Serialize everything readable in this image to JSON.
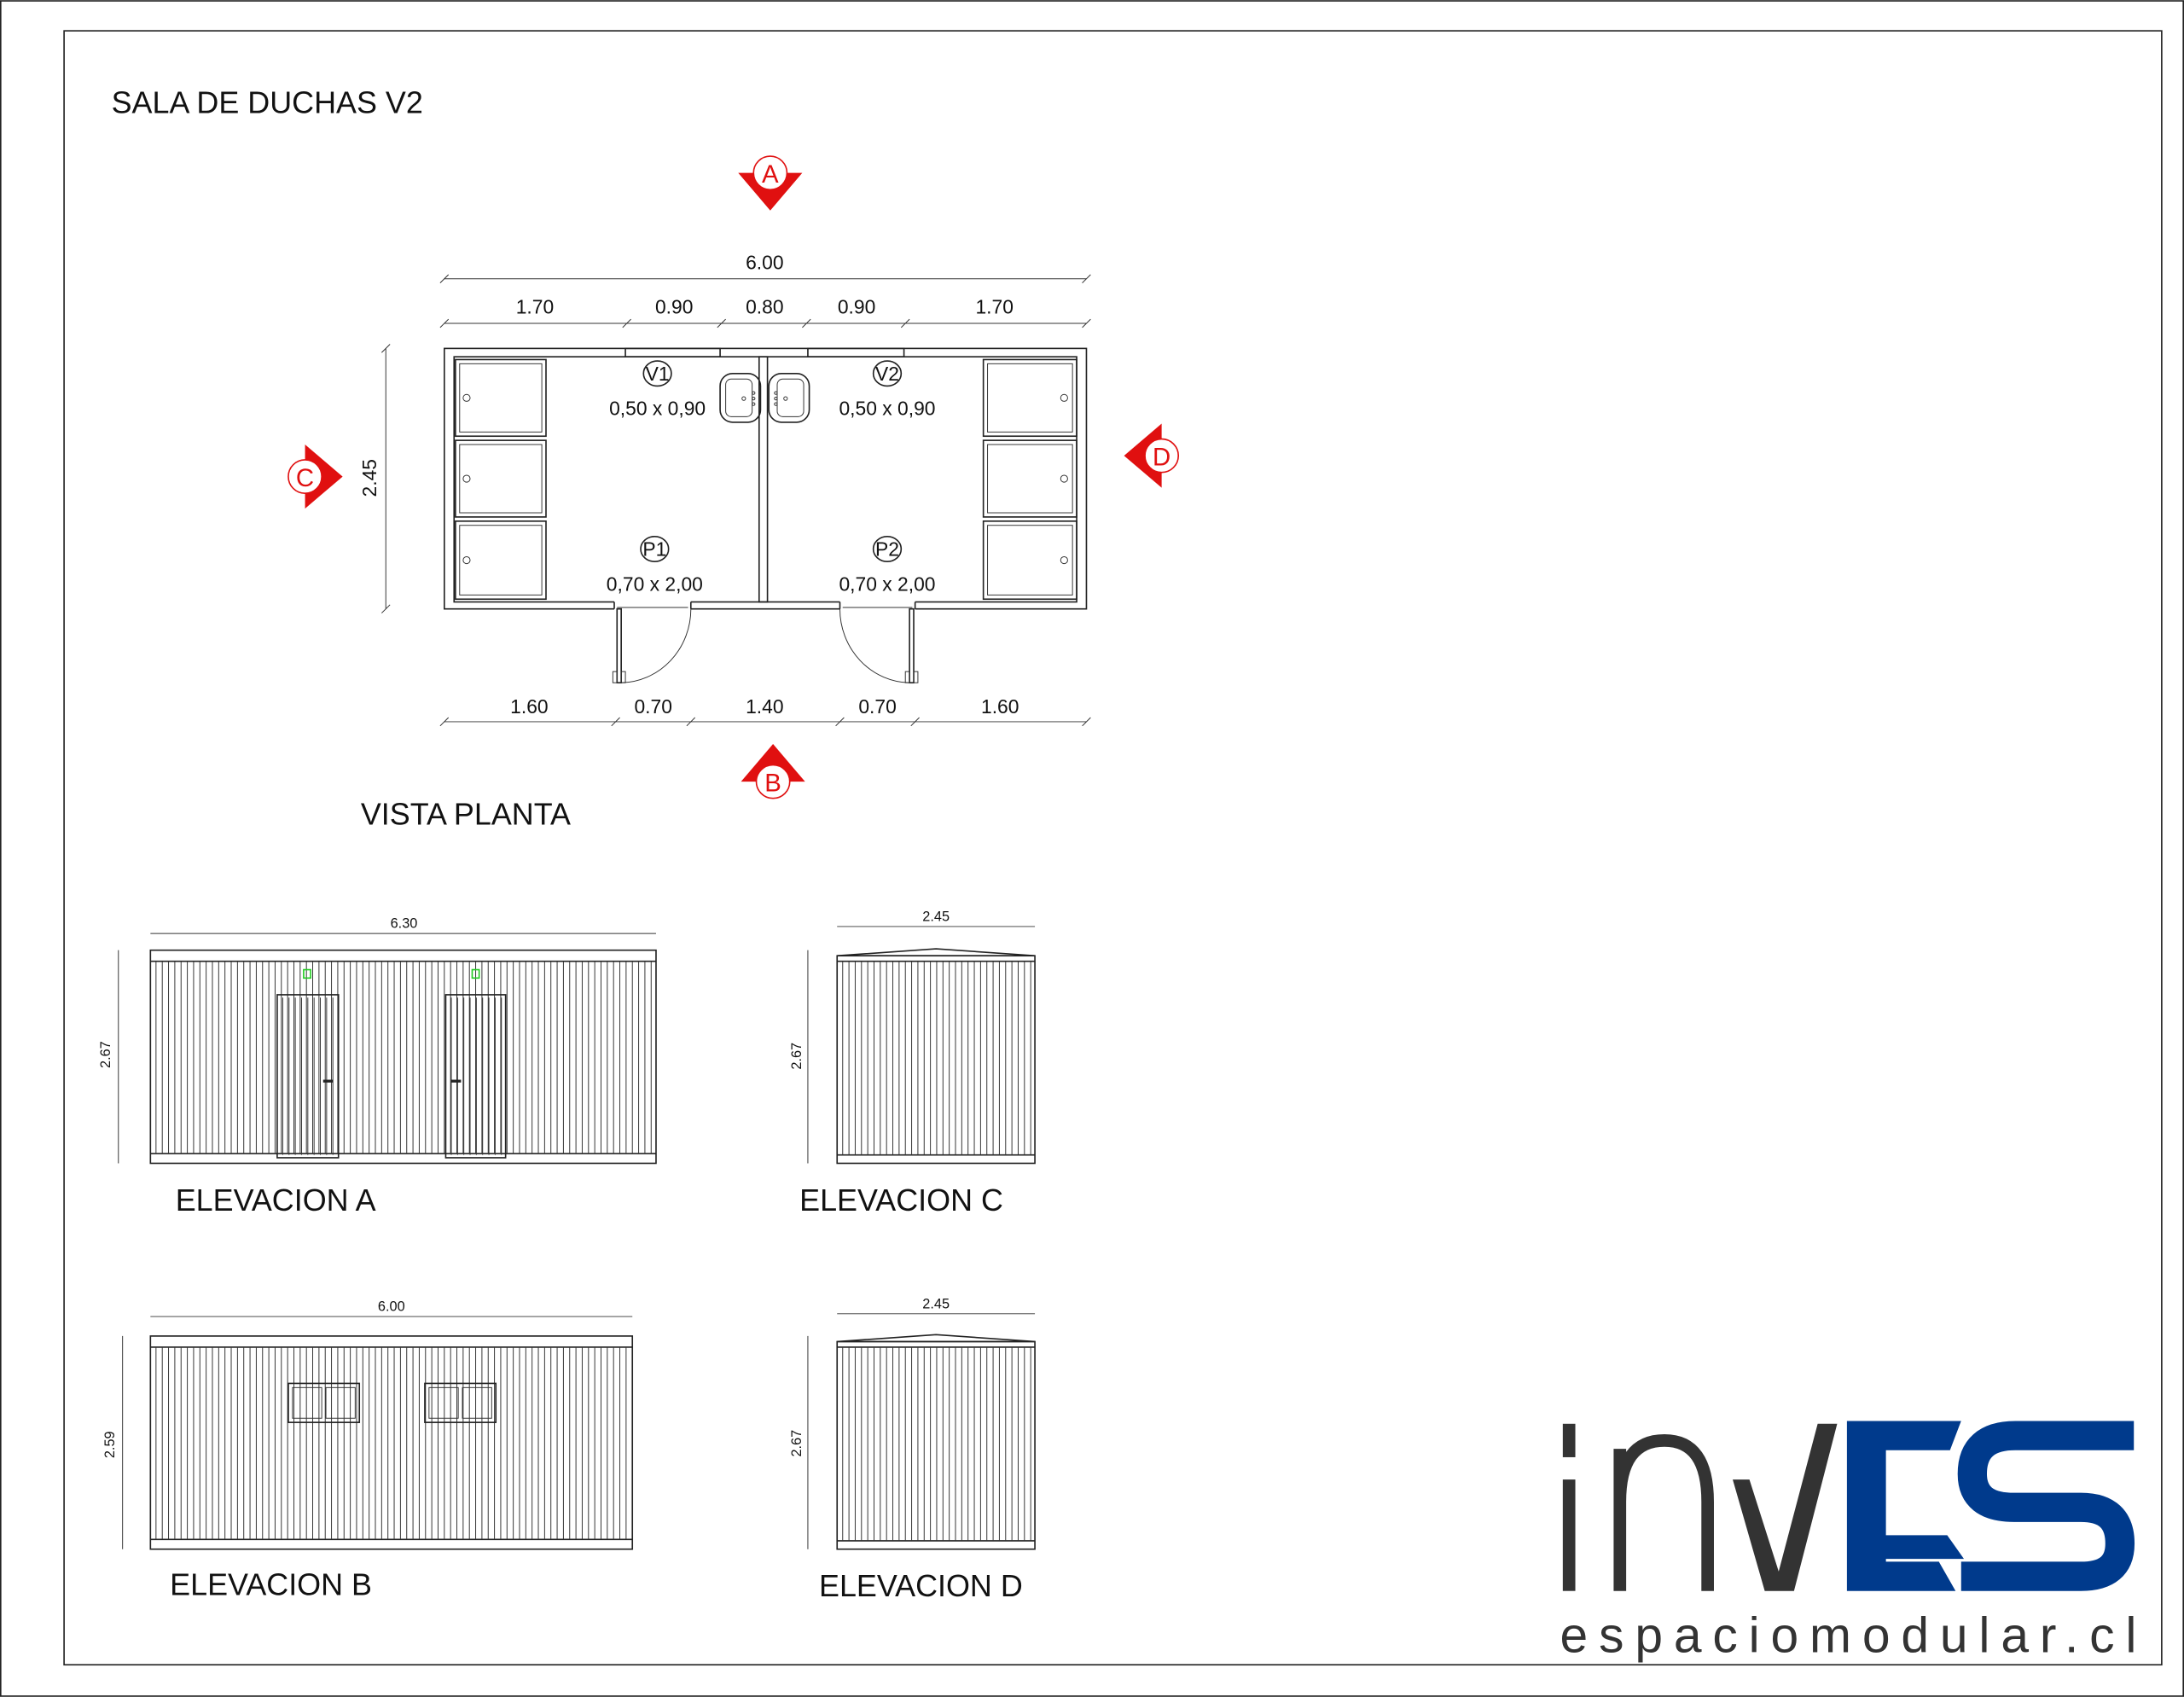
{
  "title": "SALA DE DUCHAS V2",
  "plan": {
    "label": "VISTA PLANTA",
    "markers": {
      "a": "A",
      "b": "B",
      "c": "C",
      "d": "D"
    },
    "total_width": "6.00",
    "top_dims": [
      "1.70",
      "0.90",
      "0.80",
      "0.90",
      "1.70"
    ],
    "bottom_dims": [
      "1.60",
      "0.70",
      "1.40",
      "0.70",
      "1.60"
    ],
    "depth": "2.45",
    "windows": [
      {
        "tag": "V1",
        "size": "0,50 x 0,90"
      },
      {
        "tag": "V2",
        "size": "0,50 x 0,90"
      }
    ],
    "doors": [
      {
        "tag": "P1",
        "size": "0,70 x 2,00"
      },
      {
        "tag": "P2",
        "size": "0,70 x 2,00"
      }
    ]
  },
  "elevations": {
    "a": {
      "label": "ELEVACION A",
      "width": "6.30",
      "height": "2.67"
    },
    "b": {
      "label": "ELEVACION B",
      "width": "6.00",
      "height": "2.59"
    },
    "c": {
      "label": "ELEVACION C",
      "width": "2.45",
      "height": "2.67"
    },
    "d": {
      "label": "ELEVACION D",
      "width": "2.45",
      "height": "2.67"
    }
  },
  "logo": {
    "brand_left": "inv",
    "brand_right": "ES",
    "domain": "espaciomodular.cl"
  },
  "colors": {
    "marker": "#e01010",
    "logo_dark": "#333333",
    "logo_blue": "#003a8c",
    "window_green": "#22cc22"
  }
}
